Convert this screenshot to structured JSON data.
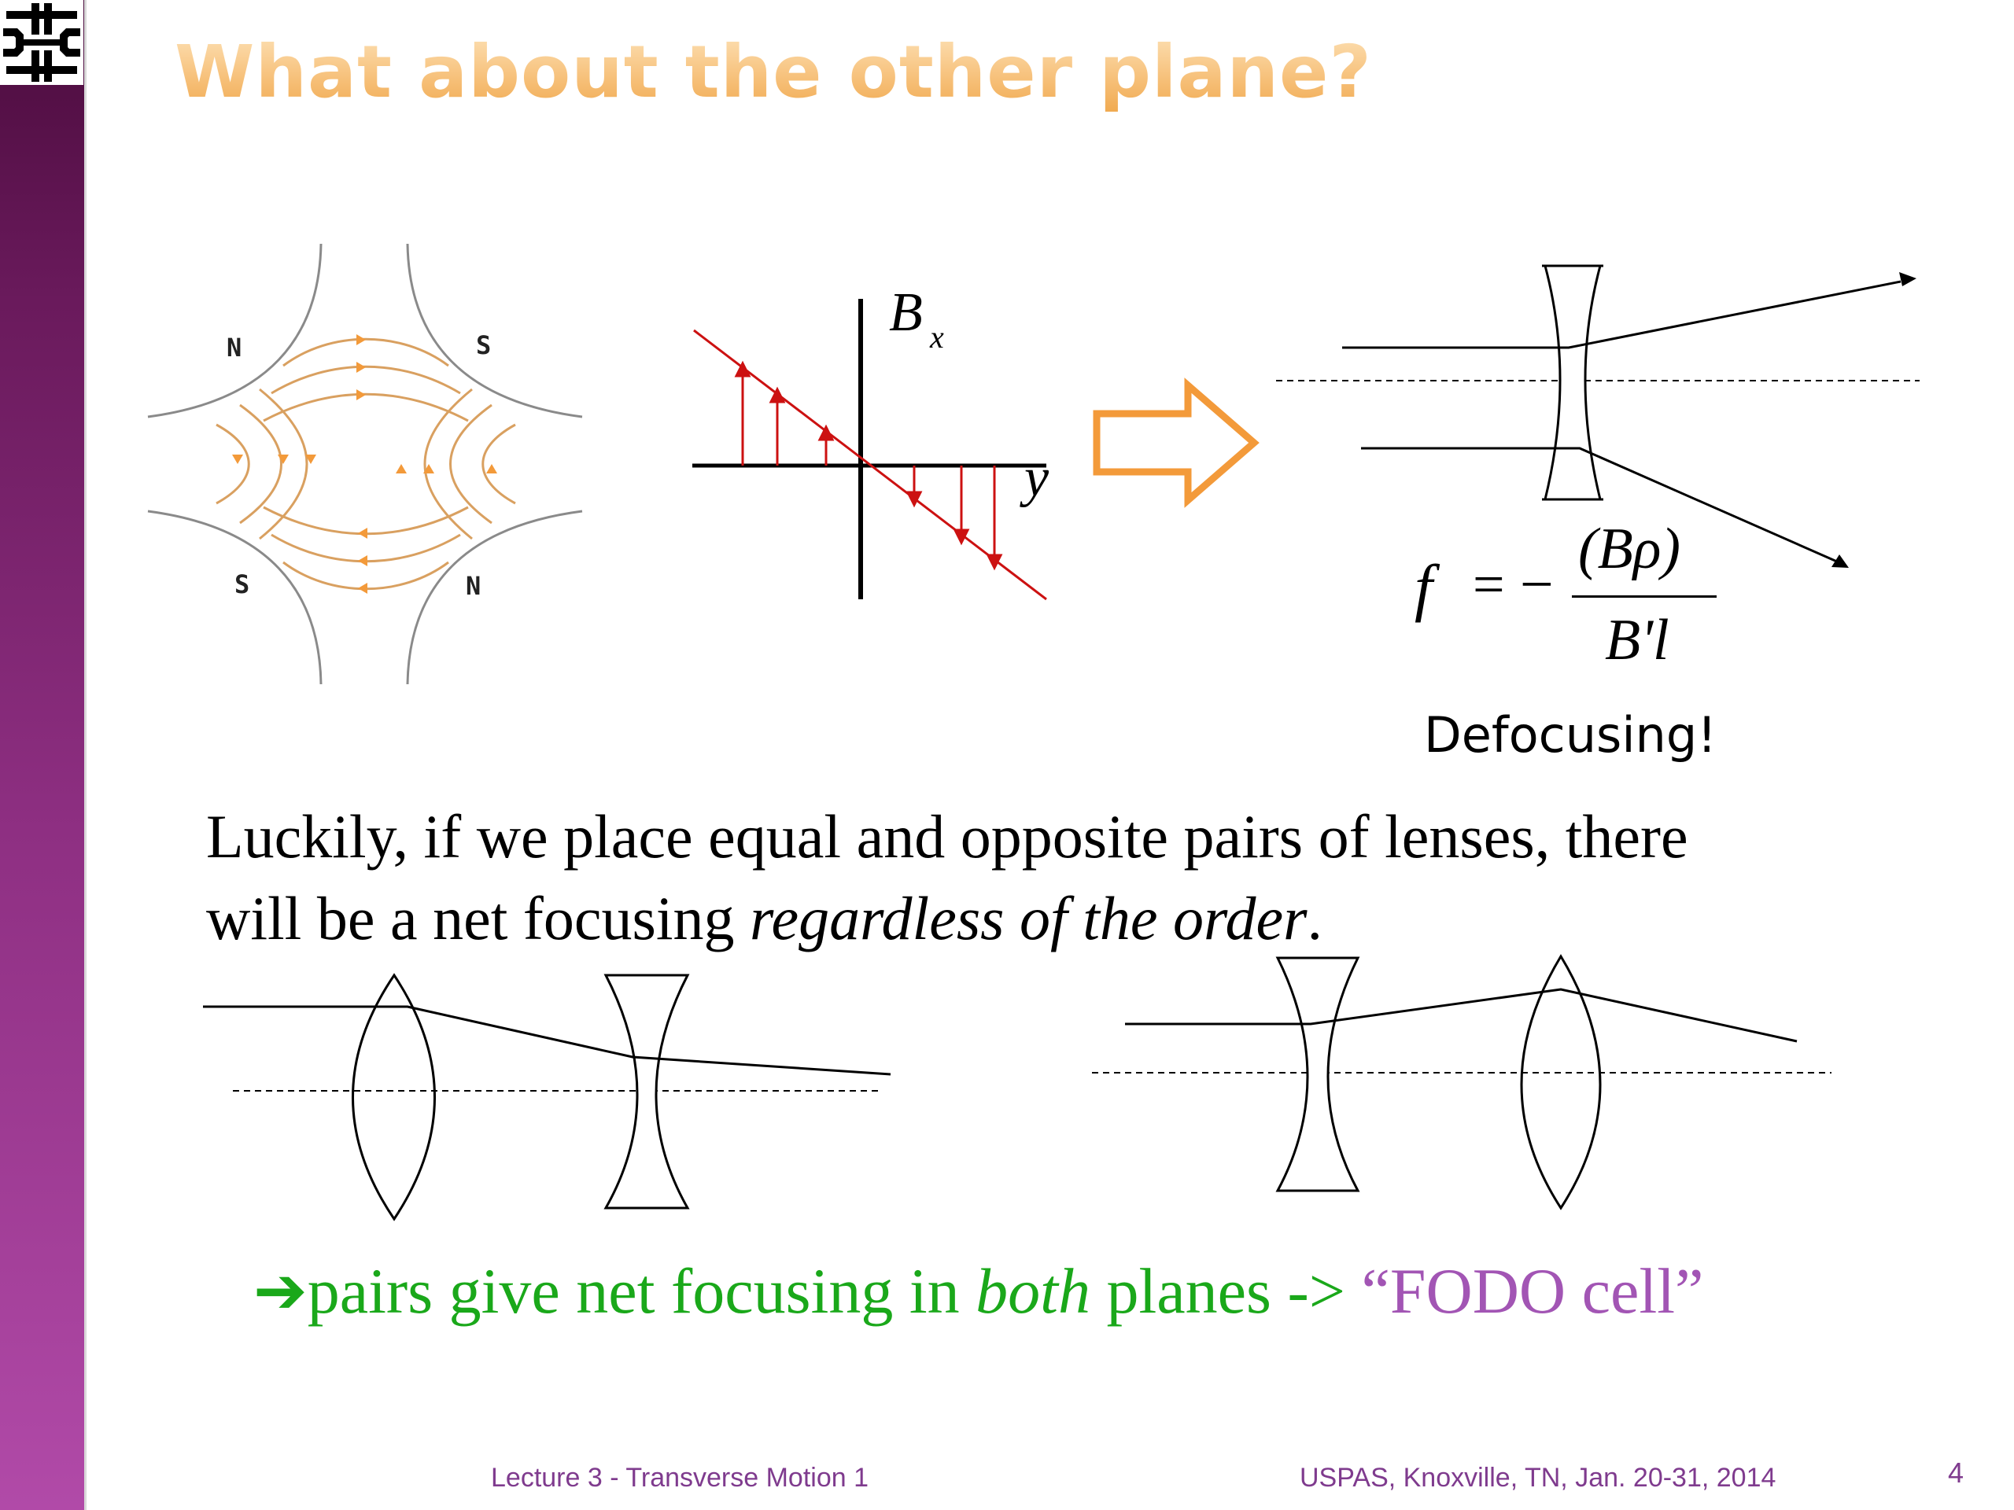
{
  "slide": {
    "title": "What about the other plane?",
    "quad_labels": {
      "n1": "N",
      "s1": "S",
      "s2": "S",
      "n2": "N"
    },
    "axis_labels": {
      "bx": "B",
      "bx_sub": "x",
      "y": "y"
    },
    "formula": {
      "f": "f",
      "eq": "=",
      "minus": "−",
      "numerator": "(Bρ)",
      "denominator": "B'l"
    },
    "defocus_label": "Defocusing!",
    "body": {
      "line1": "Luckily, if we place equal and opposite pairs of lenses, there",
      "line2_plain": "will be a net focusing ",
      "line2_italic": "regardless of the order",
      "line2_end": "."
    },
    "conclusion": {
      "arrow": "➔",
      "part1": "pairs give net focusing in ",
      "italic": "both",
      "part2": " planes -> ",
      "fodo": "“FODO cell”"
    },
    "footer": {
      "left": "Lecture 3 - Transverse Motion 1",
      "right": "USPAS, Knoxville, TN, Jan. 20-31, 2014",
      "page": "4"
    },
    "colors": {
      "sidebar": "#8e2f82",
      "title": "#f7c27d",
      "field_lines": "#e0a050",
      "arrow": "#f39a3a",
      "red": "#cc1111",
      "green": "#1aa81a",
      "purple": "#a255b4"
    }
  }
}
